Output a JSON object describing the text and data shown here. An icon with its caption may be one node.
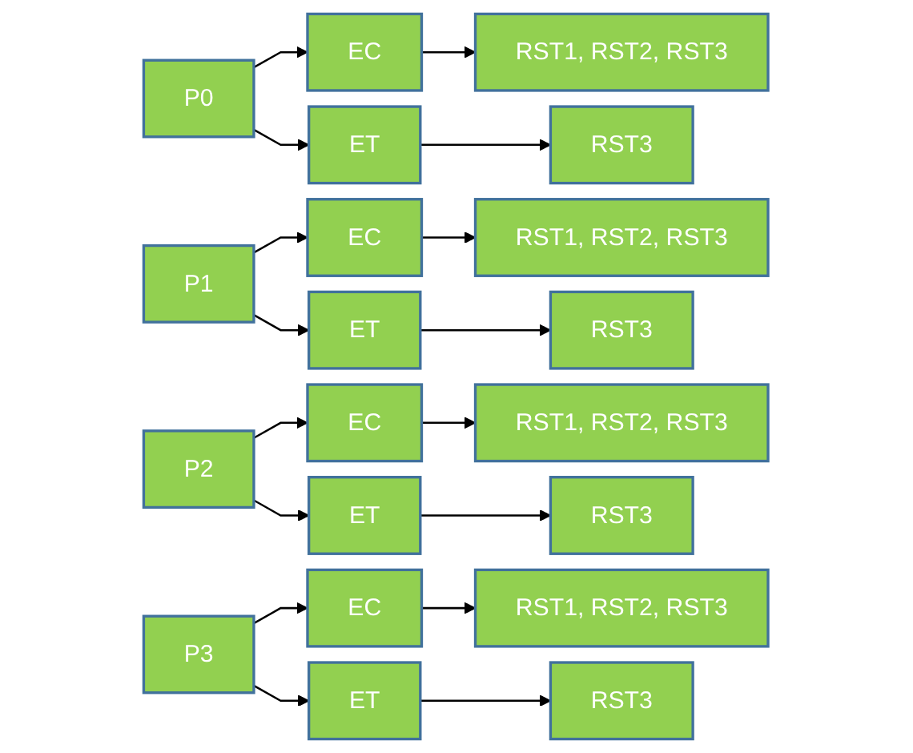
{
  "diagram": {
    "nodes": [
      {
        "text": [
          "P0"
        ]
      },
      {
        "text": [
          "EC"
        ]
      },
      {
        "text": [
          "RST1, RST2, RST3"
        ]
      },
      {
        "text": [
          "ET"
        ]
      },
      {
        "text": [
          "RST3"
        ]
      },
      {
        "text": [
          "P1"
        ]
      },
      {
        "text": [
          "EC"
        ]
      },
      {
        "text": [
          "RST1, RST2, RST3"
        ]
      },
      {
        "text": [
          "ET"
        ]
      },
      {
        "text": [
          "RST3"
        ]
      },
      {
        "text": [
          "P2"
        ]
      },
      {
        "text": [
          "EC"
        ]
      },
      {
        "text": [
          "RST1, RST2, RST3"
        ]
      },
      {
        "text": [
          "ET"
        ]
      },
      {
        "text": [
          "RST3"
        ]
      },
      {
        "text": [
          "P3"
        ]
      },
      {
        "text": [
          "EC"
        ]
      },
      {
        "text": [
          "RST1, RST2, RST3"
        ]
      },
      {
        "text": [
          "ET"
        ]
      },
      {
        "text": [
          "RST3"
        ]
      }
    ],
    "edges": [
      {
        "from": 0,
        "to": 1,
        "arrow": "to"
      },
      {
        "from": 0,
        "to": 3,
        "arrow": "to"
      },
      {
        "from": 1,
        "to": 2,
        "arrow": "to"
      },
      {
        "from": 3,
        "to": 4,
        "arrow": "to"
      },
      {
        "from": 5,
        "to": 6,
        "arrow": "to"
      },
      {
        "from": 5,
        "to": 8,
        "arrow": "to"
      },
      {
        "from": 6,
        "to": 7,
        "arrow": "to"
      },
      {
        "from": 8,
        "to": 9,
        "arrow": "to"
      },
      {
        "from": 10,
        "to": 11,
        "arrow": "to"
      },
      {
        "from": 10,
        "to": 13,
        "arrow": "to"
      },
      {
        "from": 11,
        "to": 12,
        "arrow": "to"
      },
      {
        "from": 13,
        "to": 14,
        "arrow": "to"
      },
      {
        "from": 15,
        "to": 16,
        "arrow": "to"
      },
      {
        "from": 15,
        "to": 18,
        "arrow": "to"
      },
      {
        "from": 16,
        "to": 17,
        "arrow": "to"
      },
      {
        "from": 18,
        "to": 19,
        "arrow": "to"
      }
    ]
  }
}
